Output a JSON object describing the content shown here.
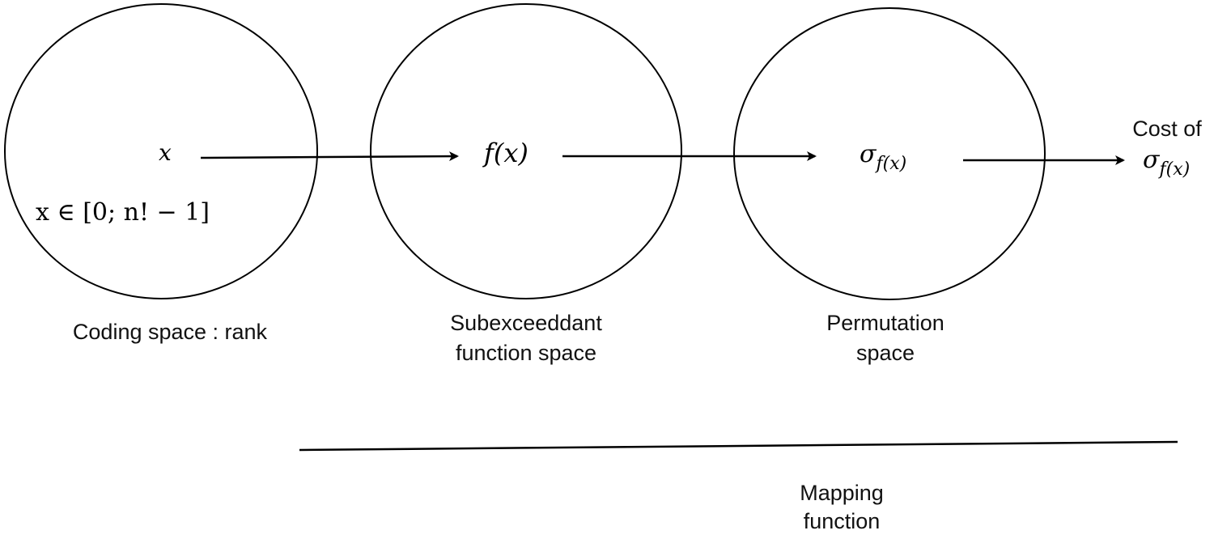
{
  "diagram": {
    "nodes": [
      {
        "id": "coding",
        "symbol": "x",
        "domain_note": "x ∈ [0; n! − 1]",
        "caption": [
          "Coding space :  rank"
        ]
      },
      {
        "id": "subexceedant",
        "symbol": "f(x)",
        "caption": [
          "Subexceeddant",
          "function space"
        ]
      },
      {
        "id": "permutation",
        "symbol_base": "σ",
        "symbol_sub": "f(x)",
        "caption": [
          "Permutation",
          "space"
        ]
      }
    ],
    "output": {
      "line1": "Cost of",
      "symbol_base": "σ",
      "symbol_sub": "f(x)"
    },
    "bracket_caption": [
      "Mapping",
      "function"
    ]
  }
}
